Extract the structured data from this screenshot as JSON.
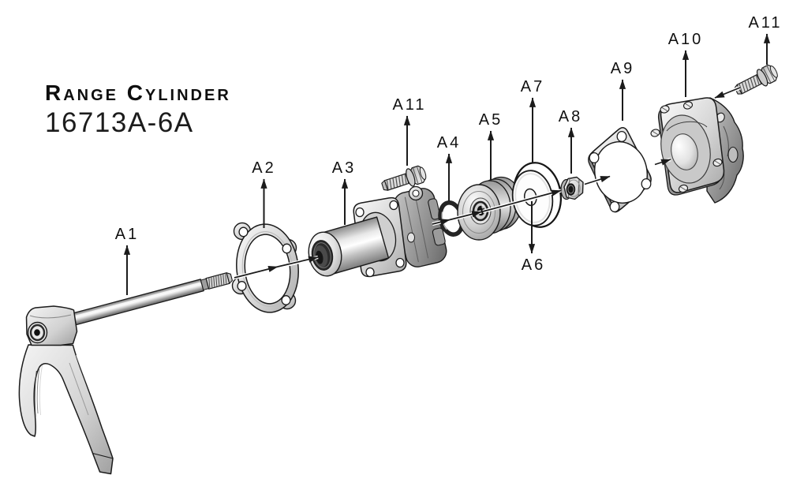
{
  "title": {
    "name": "Range Cylinder",
    "part_number": "16713A-6A"
  },
  "callouts": {
    "a1": "A1",
    "a2": "A2",
    "a3": "A3",
    "a4": "A4",
    "a5": "A5",
    "a6": "A6",
    "a7": "A7",
    "a8": "A8",
    "a9": "A9",
    "a10": "A10",
    "a11": "A11"
  },
  "colors": {
    "background": "#ffffff",
    "ink": "#1b1b1b",
    "metal_light": "#f4f4f4",
    "metal_mid": "#c6c6c6",
    "metal_dark": "#6f6f6f"
  }
}
